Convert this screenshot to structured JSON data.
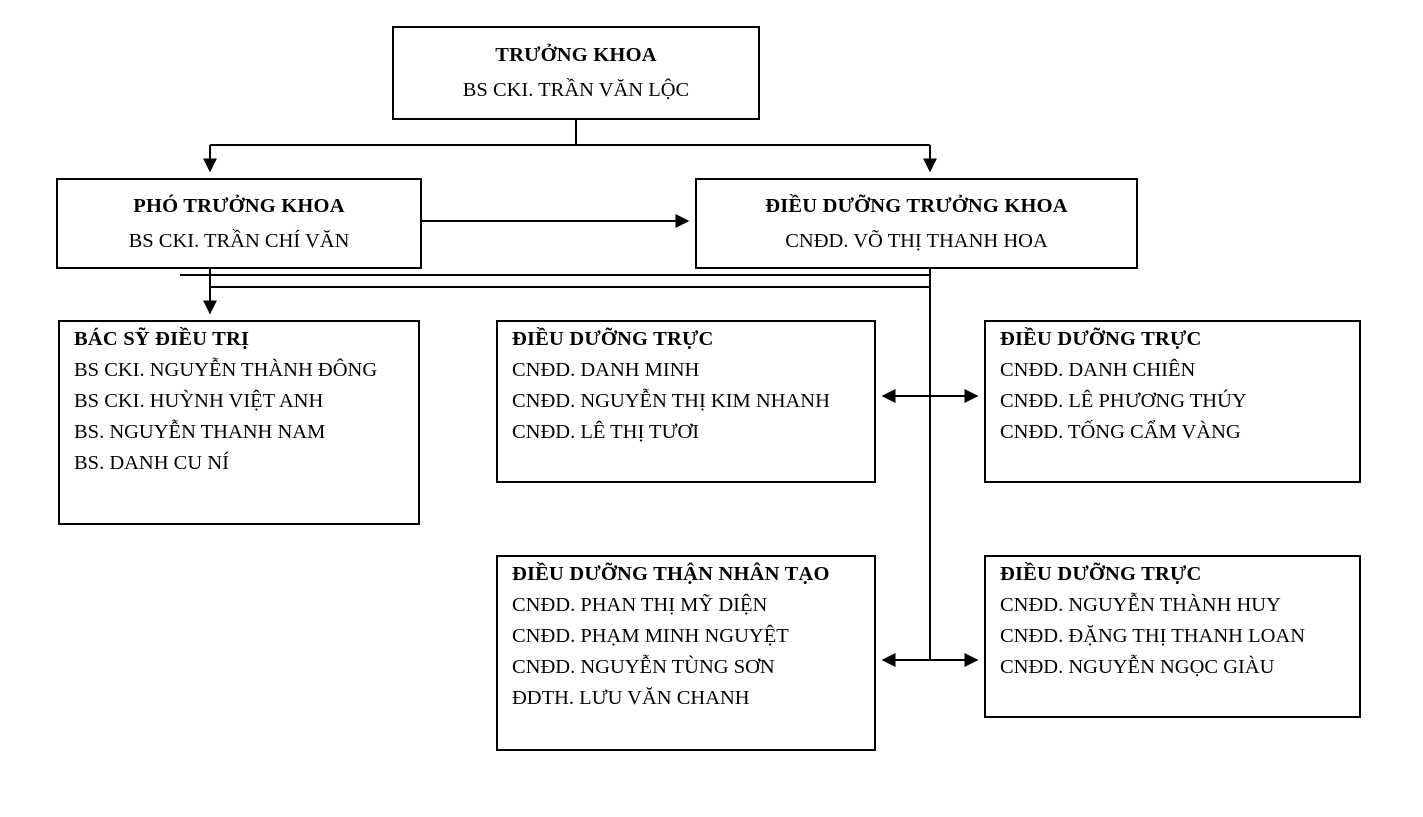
{
  "diagram": {
    "type": "organizational-chart",
    "language": "vi",
    "line_color": "#000000",
    "box_border_color": "#000000",
    "background_color": "#ffffff",
    "text_color": "#000000"
  },
  "nodes": {
    "truong_khoa": {
      "title": "TRƯỞNG KHOA",
      "subtitle": "BS CKI. TRẦN VĂN LỘC"
    },
    "pho_truong_khoa": {
      "title": "PHÓ TRƯỞNG KHOA",
      "subtitle": "BS CKI. TRẦN CHÍ VĂN"
    },
    "dieu_duong_truong_khoa": {
      "title": "ĐIỀU DƯỠNG TRƯỞNG KHOA",
      "subtitle": "CNĐD. VÕ THỊ THANH HOA"
    },
    "bac_sy_dieu_tri": {
      "title": "BÁC SỸ ĐIỀU TRỊ",
      "members": [
        "BS CKI. NGUYỄN THÀNH ĐÔNG",
        "BS CKI. HUỲNH VIỆT ANH",
        "BS. NGUYỄN THANH NAM",
        "BS. DANH CU NÍ"
      ]
    },
    "dieu_duong_truc_1": {
      "title": "ĐIỀU DƯỠNG TRỰC",
      "members": [
        "CNĐD. DANH MINH",
        "CNĐD. NGUYỄN THỊ KIM NHANH",
        "CNĐD. LÊ THỊ TƯƠI"
      ]
    },
    "dieu_duong_truc_2": {
      "title": "ĐIỀU DƯỠNG TRỰC",
      "members": [
        "CNĐD. DANH CHIÊN",
        "CNĐD. LÊ PHƯƠNG THÚY",
        "CNĐD. TỐNG CẨM VÀNG"
      ]
    },
    "dieu_duong_than_nhan_tao": {
      "title": "ĐIỀU DƯỠNG THẬN NHÂN TẠO",
      "members": [
        "CNĐD. PHAN THỊ MỸ DIỆN",
        "CNĐD. PHẠM MINH NGUYỆT",
        "CNĐD. NGUYỄN TÙNG SƠN",
        "ĐDTH. LƯU VĂN CHANH"
      ]
    },
    "dieu_duong_truc_3": {
      "title": "ĐIỀU DƯỠNG TRỰC",
      "members": [
        "CNĐD. NGUYỄN THÀNH HUY",
        "CNĐD. ĐẶNG THỊ THANH LOAN",
        "CNĐD. NGUYỄN NGỌC GIÀU"
      ]
    }
  },
  "connectors": [
    {
      "name": "truong-khoa-to-pho-truong-khoa",
      "style": "elbow",
      "arrow": "end"
    },
    {
      "name": "truong-khoa-to-dieu-duong-truong-khoa",
      "style": "elbow",
      "arrow": "end"
    },
    {
      "name": "pho-truong-khoa-to-dieu-duong-truong-khoa",
      "style": "straight",
      "arrow": "end"
    },
    {
      "name": "pho-truong-khoa-to-bac-sy-dieu-tri",
      "style": "straight",
      "arrow": "end"
    },
    {
      "name": "dieu-duong-truong-khoa-bus",
      "style": "bus",
      "arrow": "none"
    },
    {
      "name": "dd-truc-1-to-dd-truc-2",
      "style": "straight",
      "arrow": "both"
    },
    {
      "name": "dd-than-nhan-tao-to-dd-truc-3",
      "style": "straight",
      "arrow": "both"
    }
  ]
}
